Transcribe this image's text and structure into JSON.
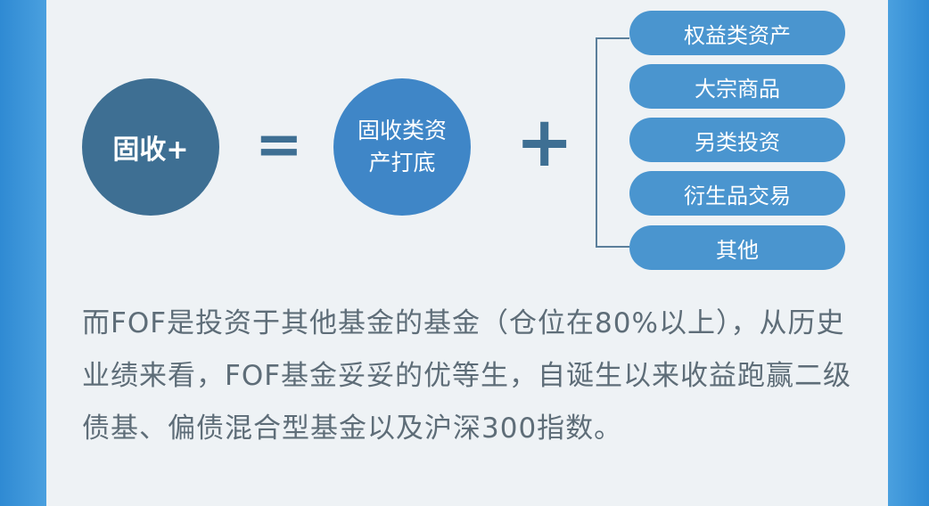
{
  "equation": {
    "left": "固收+",
    "equals": "=",
    "middle": "固收类资产打底",
    "plus": "+"
  },
  "categories": [
    "权益类资产",
    "大宗商品",
    "另类投资",
    "衍生品交易",
    "其他"
  ],
  "paragraph": "而FOF是投资于其他基金的基金（仓位在80%以上），从历史业绩来看，FOF基金妥妥的优等生，自诞生以来收益跑赢二级债基、偏债混合型基金以及沪深300指数。",
  "colors": {
    "dark_circle": "#3e6f93",
    "light_circle": "#3f86c7",
    "pill": "#4a95cf",
    "card_bg": "#eef2f5",
    "side_bg": "#3a93d6",
    "text": "#5e6d78"
  }
}
